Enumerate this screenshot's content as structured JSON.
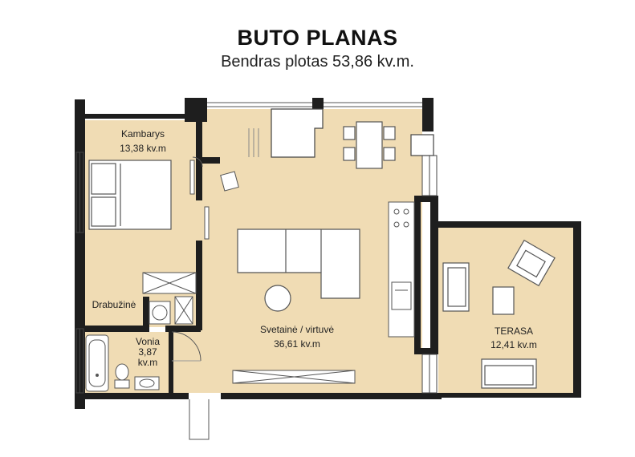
{
  "header": {
    "title": "BUTO PLANAS",
    "subtitle": "Bendras plotas 53,86 kv.m."
  },
  "colors": {
    "floor": "#f0dcb4",
    "wall": "#1e1e1e",
    "furniture": "#ffffff",
    "furniture_stroke": "#555555",
    "background": "#ffffff"
  },
  "rooms": [
    {
      "name": "Kambarys",
      "area": "13,38 kv.m"
    },
    {
      "name": "Drabužinė",
      "area": ""
    },
    {
      "name": "Vonia",
      "area_value": "3,87",
      "area_unit": "kv.m"
    },
    {
      "name": "Svetainė / virtuvė",
      "area": "36,61 kv.m"
    },
    {
      "name": "TERASA",
      "area": "12,41 kv.m"
    }
  ]
}
